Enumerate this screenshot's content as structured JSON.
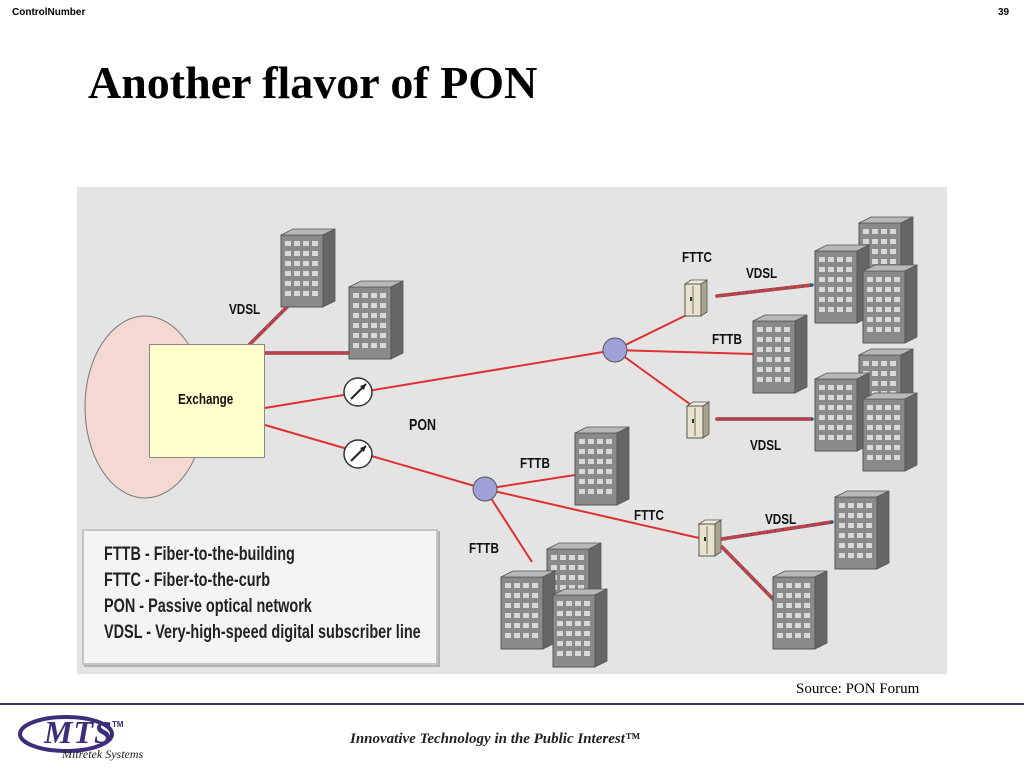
{
  "header": {
    "left": "ControlNumber",
    "page_number": "39"
  },
  "title": "Another flavor of PON",
  "diagram": {
    "exchange": "Exchange",
    "pon": "PON",
    "labels": {
      "vdsl_top_left": "VDSL",
      "fttc_top": "FTTC",
      "vdsl_top_right": "VDSL",
      "fttb_upper_right": "FTTB",
      "vdsl_mid_right": "VDSL",
      "fttb_mid": "FTTB",
      "fttc_lower": "FTTC",
      "fttb_lower": "FTTB",
      "vdsl_lower_right": "VDSL"
    },
    "legend": [
      "FTTB - Fiber-to-the-building",
      "FTTC - Fiber-to-the-curb",
      "PON - Passive optical network",
      "VDSL - Very-high-speed digital subscriber line"
    ]
  },
  "source": "Source: PON Forum",
  "footer": {
    "logo": "MTS",
    "logo_tm": "TM",
    "logo_sub": "Mitretek Systems",
    "tagline": "Innovative Technology in the Public Interest™"
  },
  "colors": {
    "fiber": "#e03030",
    "splitter": "#a0a0d8",
    "exchange_fill": "#ffffcc",
    "brand": "#3d2d7a",
    "diagram_bg": "#e4e4e4"
  }
}
